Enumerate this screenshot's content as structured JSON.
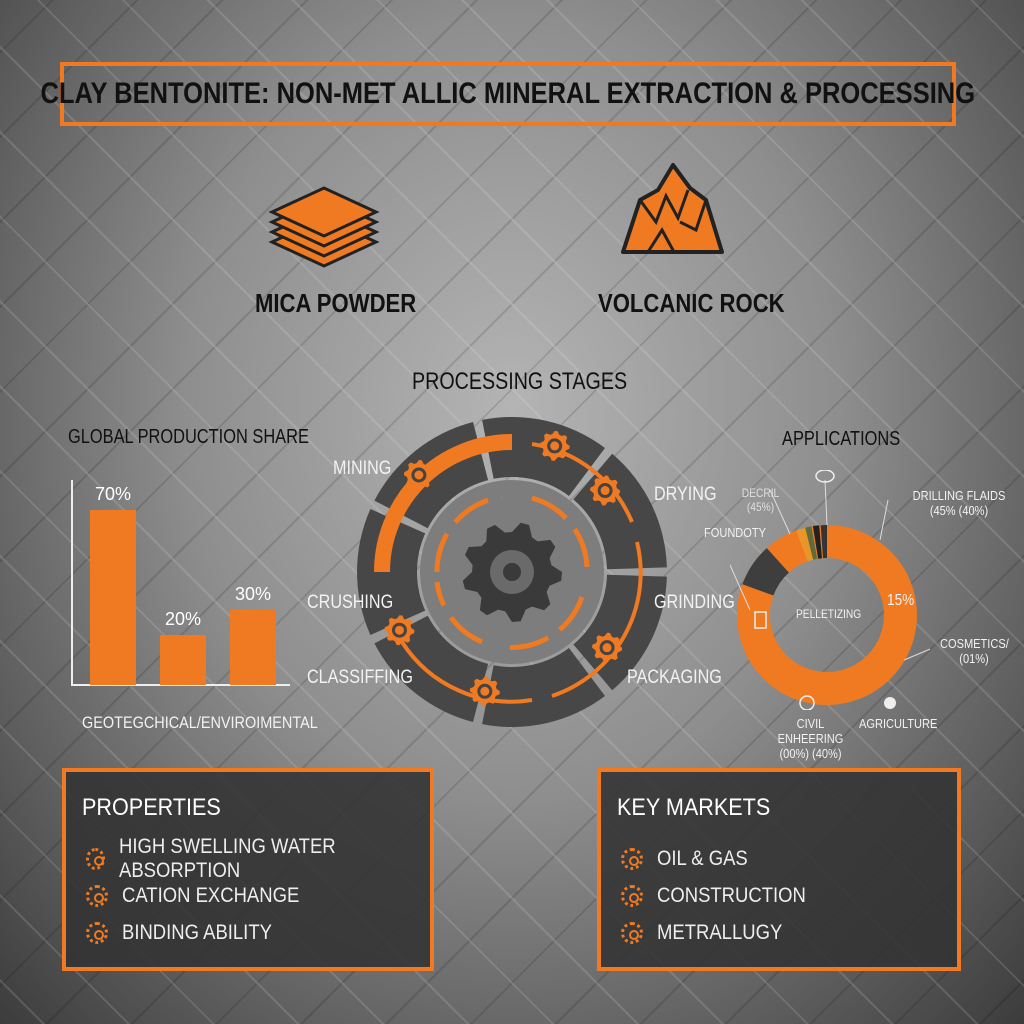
{
  "title": "CLAY BENTONITE: NON-MET ALLIC MINERAL EXTRACTION & PROCESSING",
  "minerals": [
    {
      "label": "MICA POWDER",
      "icon": "stacked-layers-icon"
    },
    {
      "label": "VOLCANIC ROCK",
      "icon": "volcanic-rock-icon"
    }
  ],
  "colors": {
    "accent": "#ef7a22",
    "dark": "#3e3e3e"
  },
  "processing": {
    "title": "PROCESSING STAGES",
    "stages": [
      "MINING",
      "DRYING",
      "GRINDING",
      "PACKAGING",
      "CLASSIFFING",
      "CRUSHING"
    ]
  },
  "chart_data": [
    {
      "type": "bar",
      "title": "GLOBAL PRODUCTION SHARE",
      "xlabel": "GEOTEGCHICAL/ENVIROIMENTAL",
      "categories": [
        "",
        "",
        ""
      ],
      "values": [
        70,
        20,
        30
      ],
      "data_labels": [
        "70%",
        "20%",
        "30%"
      ],
      "ylim": [
        0,
        80
      ],
      "grid": false
    },
    {
      "type": "pie",
      "title": "APPLICATIONS",
      "center_label": "PELLETIZING",
      "inner_label": "15%",
      "labels": [
        "DRILLING FLAIDS (45% (40%)",
        "COSMETICS/ (01%)",
        "CIVIL ENHEERING (00%) (40%)",
        "AGRICULTURE",
        "FOUNDOTY",
        "DECRIL (45%)"
      ]
    }
  ],
  "properties": {
    "title": "PROPERTIES",
    "items": [
      "HIGH SWELLING WATER ABSORPTION",
      "CATION EXCHANGE",
      "BINDING ABILITY"
    ]
  },
  "markets": {
    "title": "KEY MARKETS",
    "items": [
      "OIL & GAS",
      "CONSTRUCTION",
      "METRALLUGY"
    ]
  }
}
